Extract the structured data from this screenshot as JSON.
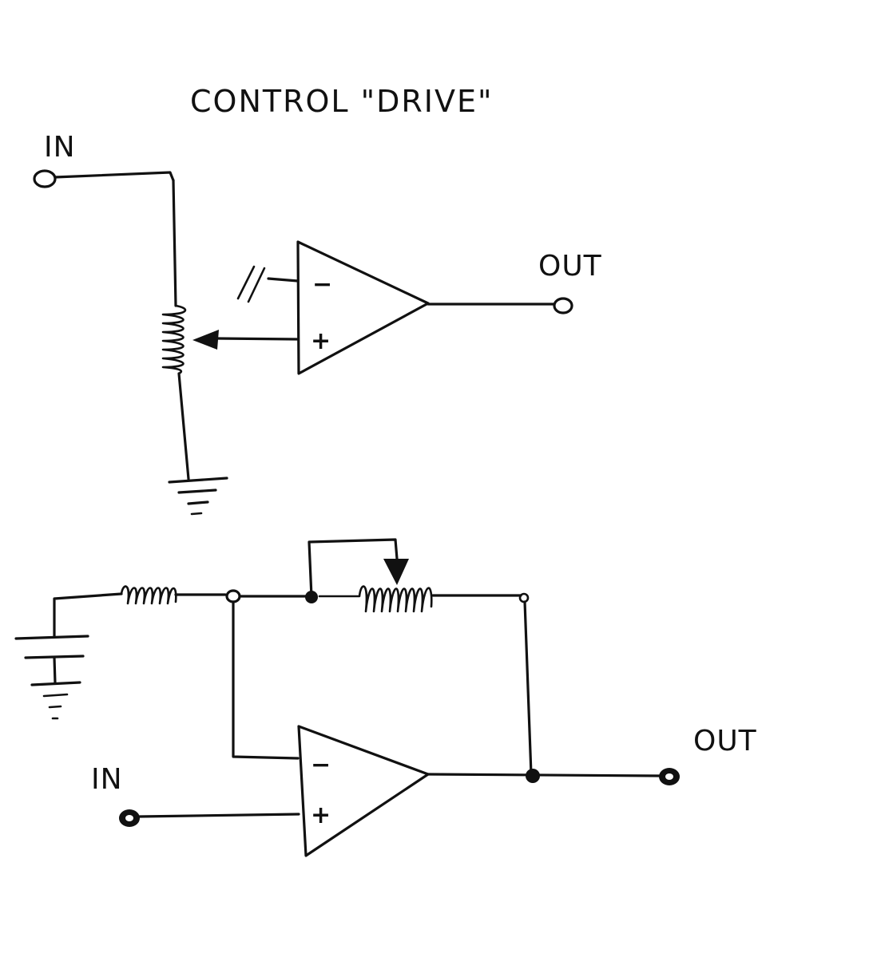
{
  "title": "CONTROL \"DRIVE\"",
  "circuit_top": {
    "input_label": "IN",
    "output_label": "OUT",
    "opamp_inverting_sign": "−",
    "opamp_noninverting_sign": "+"
  },
  "circuit_bottom": {
    "input_label": "IN",
    "output_label": "OUT",
    "opamp_inverting_sign": "−",
    "opamp_noninverting_sign": "+"
  },
  "colors": {
    "ink": "#111111",
    "paper": "#ffffff"
  }
}
